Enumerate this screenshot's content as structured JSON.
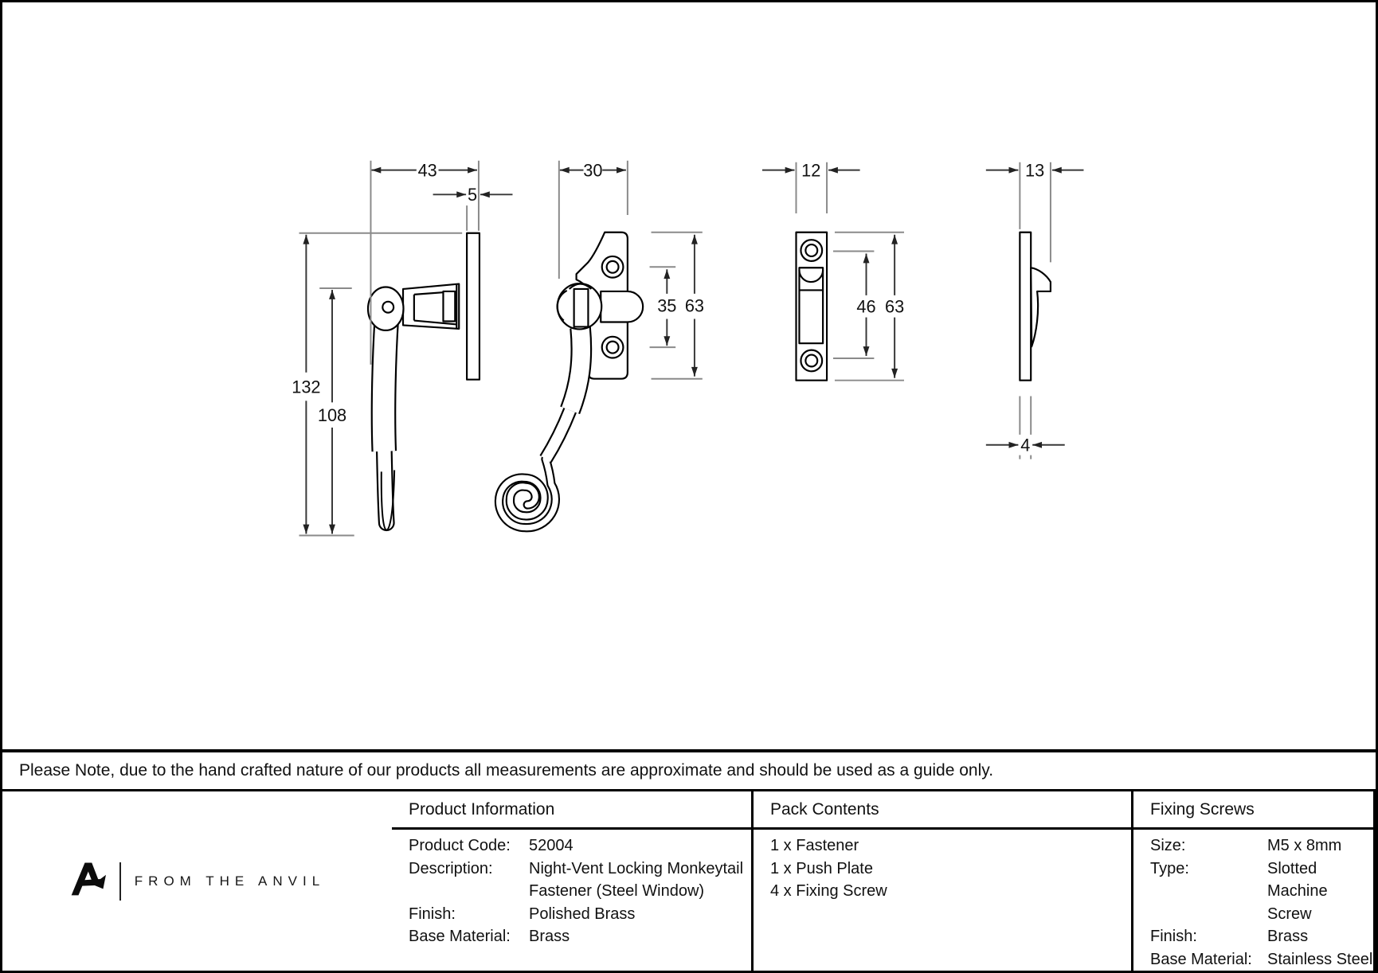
{
  "note": "Please Note, due to the hand crafted nature of our products all measurements are approximate and should be used as a guide only.",
  "colors": {
    "object_line": "#000000",
    "dimension_line": "#383838",
    "extension_line": "#8a8a8a",
    "background": "#ffffff",
    "text": "#111111"
  },
  "dimensions": {
    "fastener_side_width": "43",
    "fastener_plate_thickness": "5",
    "fastener_front_width": "30",
    "pushplate_front_width": "12",
    "pushplate_side_width": "13",
    "fastener_total_length": "132",
    "handle_length": "108",
    "fastener_screw_spacing": "35",
    "fastener_plate_height": "63",
    "pushplate_screw_spacing": "46",
    "pushplate_height": "63",
    "pushplate_thickness": "4"
  },
  "table": {
    "product_information": {
      "header": "Product Information",
      "rows": [
        {
          "label": "Product Code:",
          "value": "52004"
        },
        {
          "label": "Description:",
          "value": "Night-Vent Locking Monkeytail"
        },
        {
          "label": "",
          "value": "Fastener (Steel Window)"
        },
        {
          "label": "Finish:",
          "value": "Polished Brass"
        },
        {
          "label": "Base Material:",
          "value": "Brass"
        }
      ]
    },
    "pack_contents": {
      "header": "Pack Contents",
      "items": [
        "1 x Fastener",
        "1 x Push Plate",
        "4 x Fixing Screw"
      ]
    },
    "fixing_screws": {
      "header": "Fixing Screws",
      "rows": [
        {
          "label": "Size:",
          "value": "M5 x 8mm"
        },
        {
          "label": "Type:",
          "value": "Slotted Machine Screw"
        },
        {
          "label": "Finish:",
          "value": "Brass"
        },
        {
          "label": "Base Material:",
          "value": "Stainless Steel"
        }
      ]
    },
    "brand": {
      "wordmark": "FROM THE ANVIL"
    }
  }
}
